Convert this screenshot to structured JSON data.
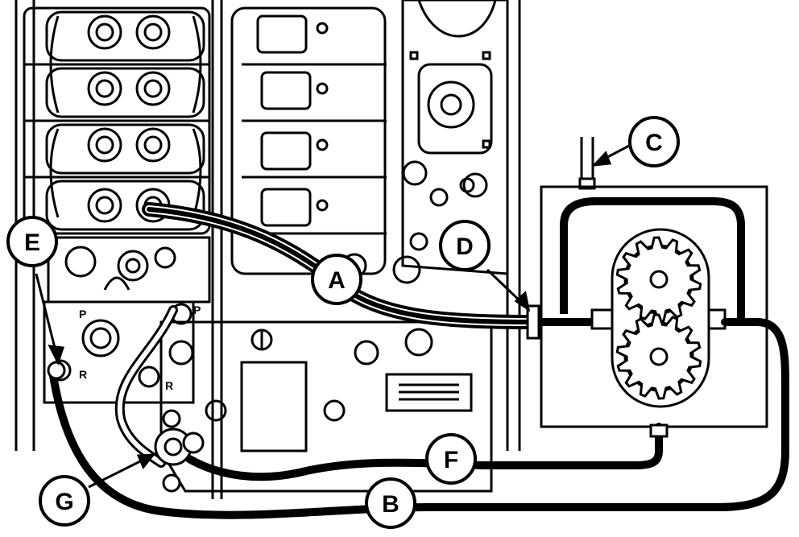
{
  "diagram": {
    "callouts": [
      {
        "id": "A",
        "label": "A"
      },
      {
        "id": "B",
        "label": "B"
      },
      {
        "id": "C",
        "label": "C"
      },
      {
        "id": "D",
        "label": "D"
      },
      {
        "id": "E",
        "label": "E"
      },
      {
        "id": "F",
        "label": "F"
      },
      {
        "id": "G",
        "label": "G"
      }
    ],
    "port_labels": {
      "p_left": "P",
      "p_right": "P",
      "r_left": "R",
      "r_right": "R"
    },
    "colors": {
      "ink": "#000000",
      "paper": "#ffffff"
    }
  }
}
